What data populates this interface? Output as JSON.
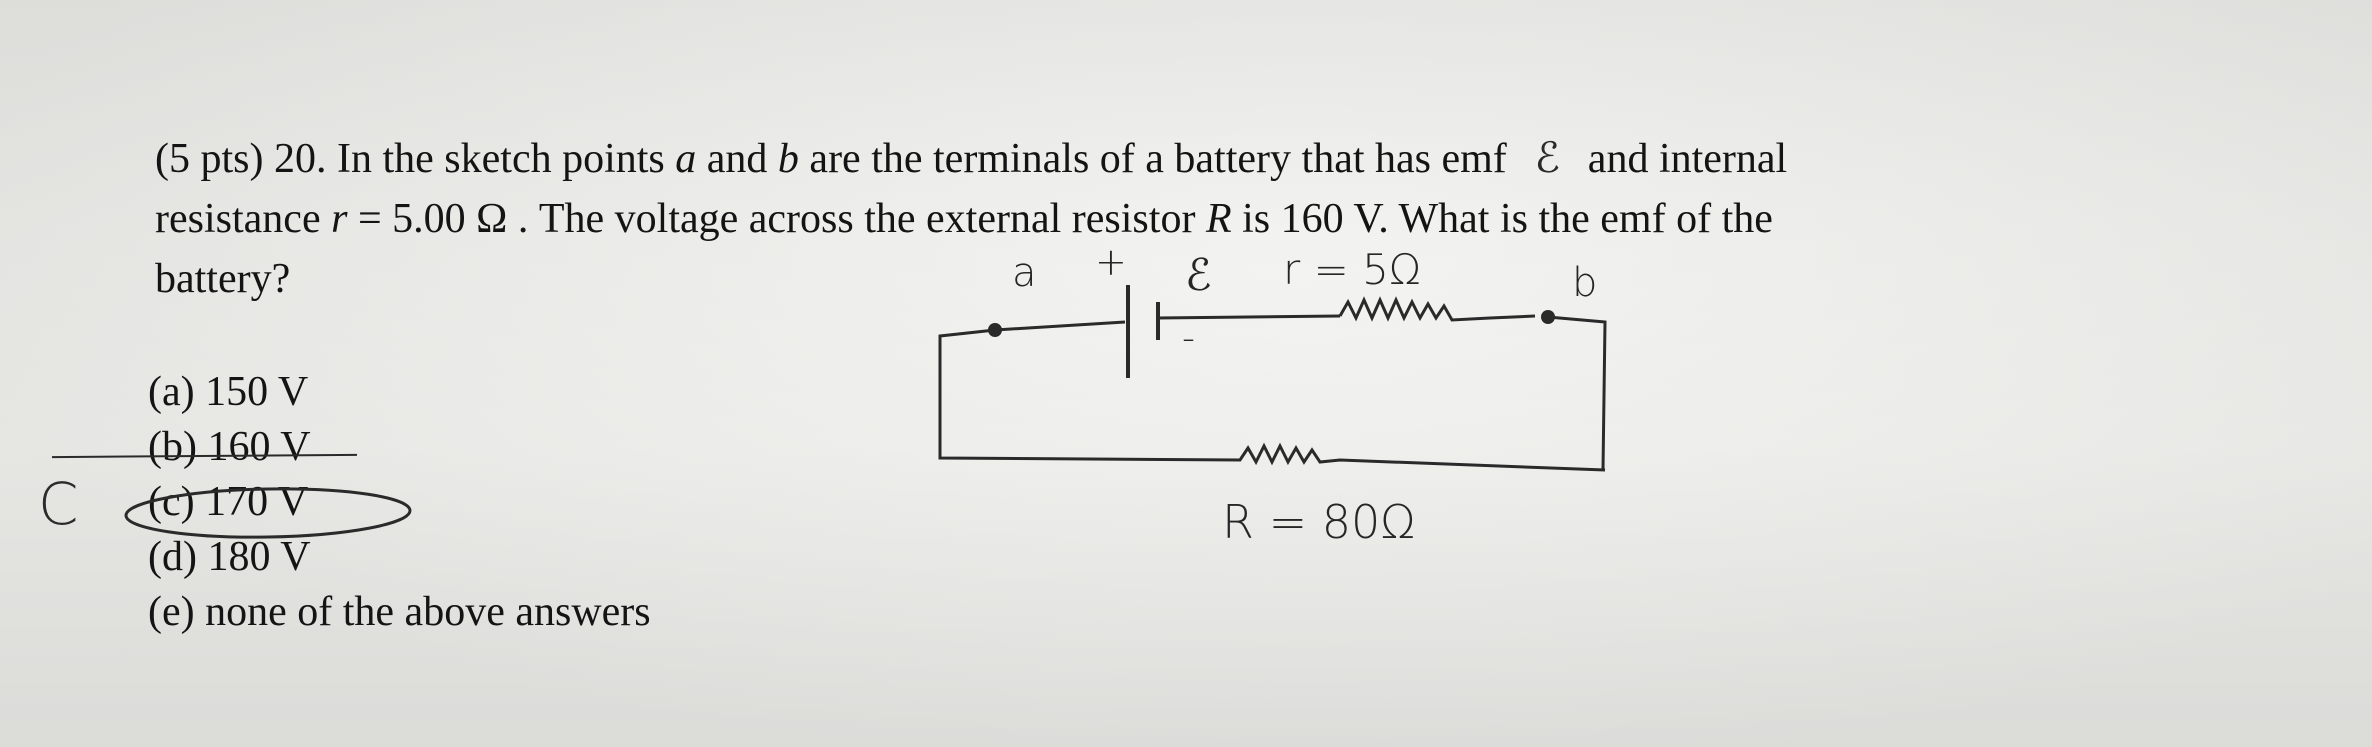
{
  "question": {
    "line1_prefix": "(5 pts) 20. In the sketch points ",
    "var_a": "a",
    "line1_mid1": " and ",
    "var_b": "b",
    "line1_mid2": " are the terminals of a battery that has emf ",
    "emf_symbol": "ℰ",
    "line1_suffix": " and internal",
    "line2_prefix": "resistance ",
    "var_r": "r",
    "line2_mid1": " = 5.00 Ω .  The voltage across the external resistor ",
    "var_R": "R",
    "line2_suffix": " is 160 V.  What is the emf of the",
    "line3": "battery?"
  },
  "choices": [
    {
      "label": "(a) 150 V"
    },
    {
      "label": "(b)  160 V"
    },
    {
      "label": "(c)  170 V"
    },
    {
      "label": "(d)  180 V"
    },
    {
      "label": "(e)  none of the above answers"
    }
  ],
  "answer_mark": "C",
  "sketch": {
    "label_a": "a",
    "label_plus": "+",
    "label_emf": "ℰ",
    "label_r": "r = 5Ω",
    "label_b": "b",
    "label_minus": "-",
    "label_R": "R = 80Ω"
  }
}
